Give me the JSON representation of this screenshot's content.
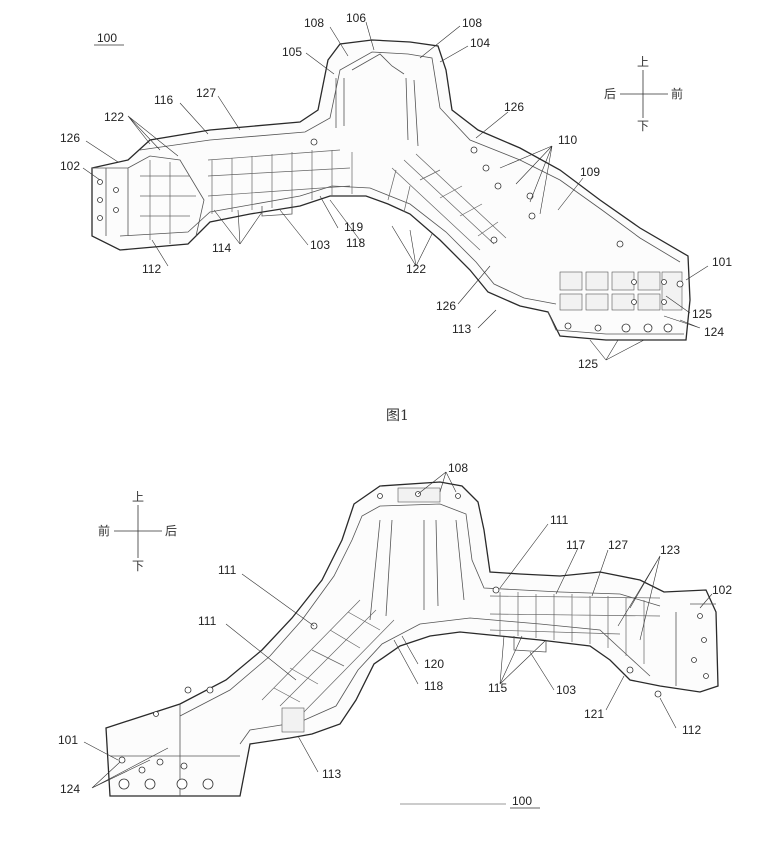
{
  "figure1": {
    "assembly_label": "100",
    "caption": "图1",
    "compass": {
      "up": "上",
      "down": "下",
      "left": "后",
      "right": "前"
    },
    "refs": {
      "r101": "101",
      "r102": "102",
      "r103": "103",
      "r104": "104",
      "r105": "105",
      "r106": "106",
      "r108a": "108",
      "r108b": "108",
      "r109": "109",
      "r110": "110",
      "r112": "112",
      "r113": "113",
      "r114": "114",
      "r116": "116",
      "r118": "118",
      "r119": "119",
      "r122a": "122",
      "r122b": "122",
      "r124": "124",
      "r125a": "125",
      "r125b": "125",
      "r126a": "126",
      "r126b": "126",
      "r126c": "126",
      "r127": "127"
    }
  },
  "figure2": {
    "assembly_label": "100",
    "compass": {
      "up": "上",
      "down": "下",
      "left": "前",
      "right": "后"
    },
    "refs": {
      "r101": "101",
      "r102": "102",
      "r103": "103",
      "r108": "108",
      "r111a": "111",
      "r111b": "111",
      "r111c": "111",
      "r112": "112",
      "r113": "113",
      "r115": "115",
      "r117": "117",
      "r118": "118",
      "r120": "120",
      "r121": "121",
      "r123": "123",
      "r124": "124",
      "r127": "127"
    }
  }
}
